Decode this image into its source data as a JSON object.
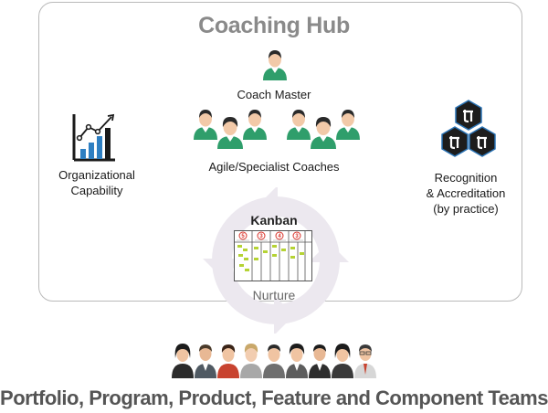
{
  "title": "Coaching Hub",
  "coach_master": {
    "label": "Coach Master"
  },
  "coaches": {
    "label": "Agile/Specialist Coaches"
  },
  "org_capability": {
    "label_line1": "Organizational",
    "label_line2": "Capability"
  },
  "recognition": {
    "label_line1": "Recognition",
    "label_line2": "& Accreditation",
    "label_line3": "(by practice)"
  },
  "kanban": {
    "label": "Kanban",
    "wip_limits": [
      "5",
      "3",
      "4",
      "3"
    ]
  },
  "nurture": {
    "label": "Nurture"
  },
  "footer": {
    "label": "Portfolio, Program, Product, Feature and Component Teams"
  },
  "colors": {
    "title": "#8a8a8a",
    "coach_shirt": "#2f9e6b",
    "hex_dark": "#1d1d1d",
    "hex_border": "#2a73b5",
    "cycle_arrows": "#ece8ef",
    "chart_bar": "#2e7fc2",
    "sticky": "#b5d334",
    "wip_circle": "#d9342b"
  }
}
